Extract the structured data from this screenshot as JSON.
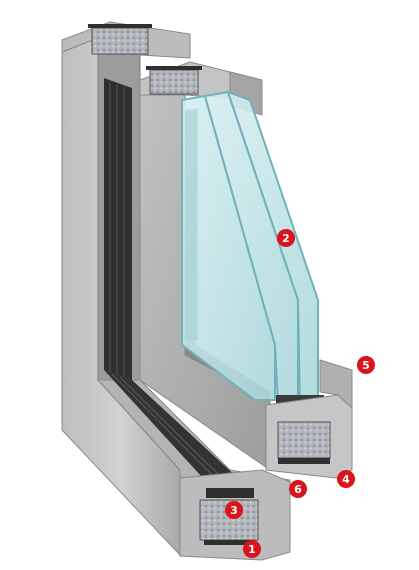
{
  "colors": {
    "aluminium_light": "#c9c9c9",
    "aluminium_mid": "#a8a8a8",
    "aluminium_dark": "#7e7e7e",
    "gasket": "#2f2f2f",
    "foam": "#b9bcc2",
    "glass": "#bfe3e6",
    "glass_edge": "#6fb3b9",
    "marker_red": "#d9141a"
  },
  "markers": [
    {
      "id": "1",
      "label": "1"
    },
    {
      "id": "2",
      "label": "2"
    },
    {
      "id": "3",
      "label": "3"
    },
    {
      "id": "4",
      "label": "4"
    },
    {
      "id": "5",
      "label": "5"
    },
    {
      "id": "6",
      "label": "6"
    }
  ]
}
